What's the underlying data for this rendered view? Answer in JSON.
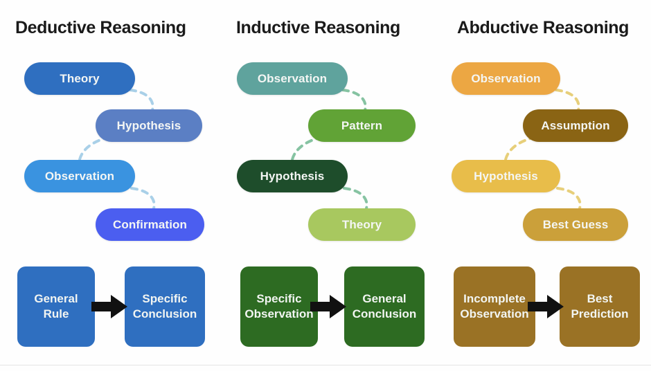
{
  "figure": {
    "title_deductive": "Deductive Reasoning",
    "title_inductive": "Inductive Reasoning",
    "title_abductive": "Abductive Reasoning"
  },
  "colors": {
    "deductive_theory": "#2f6fc0",
    "deductive_hypothesis": "#5b7fc4",
    "deductive_observation": "#3a93e0",
    "deductive_confirmation": "#4b5ef0",
    "deductive_box": "#2f6fc0",
    "deductive_dash": "#a9d0e8",
    "inductive_observation": "#5fa39d",
    "inductive_pattern": "#61a336",
    "inductive_hypothesis": "#1e4d2b",
    "inductive_theory": "#a8c85f",
    "inductive_box": "#2d6b22",
    "inductive_dash": "#86c3a2",
    "abductive_observation": "#eca743",
    "abductive_assumption": "#8a6414",
    "abductive_hypothesis": "#e8bd4a",
    "abductive_bestguess": "#cba03a",
    "abductive_box": "#9a7225",
    "abductive_dash": "#e7cf7a",
    "arrow": "#111111",
    "title_text": "#1a1a1a",
    "pill_text": "#f4f6f4",
    "baseline": "#e4e4e4"
  },
  "columns": [
    {
      "id": "deductive",
      "title": "Deductive Reasoning",
      "steps": [
        {
          "label": "Theory"
        },
        {
          "label": "Hypothesis"
        },
        {
          "label": "Observation"
        },
        {
          "label": "Confirmation"
        }
      ],
      "summary": {
        "from_line1": "General",
        "from_line2": "Rule",
        "to_line1": "Specific",
        "to_line2": "Conclusion"
      }
    },
    {
      "id": "inductive",
      "title": "Inductive Reasoning",
      "steps": [
        {
          "label": "Observation"
        },
        {
          "label": "Pattern"
        },
        {
          "label": "Hypothesis"
        },
        {
          "label": "Theory"
        }
      ],
      "summary": {
        "from_line1": "Specific",
        "from_line2": "Observation",
        "to_line1": "General",
        "to_line2": "Conclusion"
      }
    },
    {
      "id": "abductive",
      "title": "Abductive Reasoning",
      "steps": [
        {
          "label": "Observation"
        },
        {
          "label": "Assumption"
        },
        {
          "label": "Hypothesis"
        },
        {
          "label": "Best Guess"
        }
      ],
      "summary": {
        "from_line1": "Incomplete",
        "from_line2": "Observation",
        "to_line1": "Best",
        "to_line2": "Prediction"
      }
    }
  ]
}
